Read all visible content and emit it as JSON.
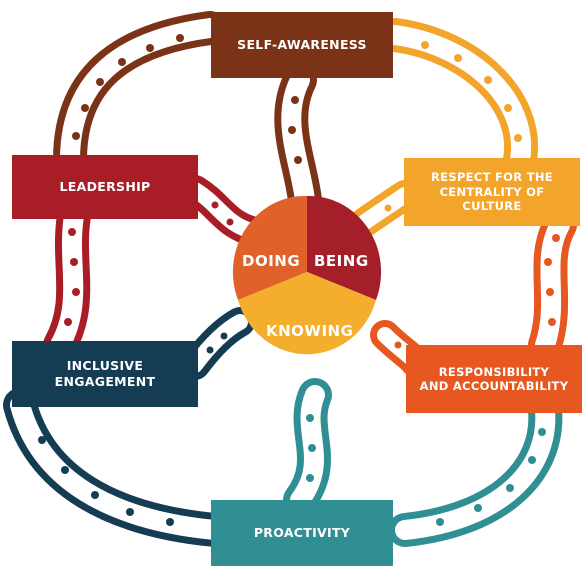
{
  "colors": {
    "brown": "#7a3316",
    "red": "#a91e26",
    "navy": "#143c52",
    "teal": "#2f8f93",
    "orange": "#e6581f",
    "amber": "#f2a42b",
    "circle_orange": "#e0612a",
    "circle_red": "#a51f2a",
    "circle_amber": "#f4ad2c"
  },
  "boxes": {
    "self_awareness": "SELF-AWARENESS",
    "leadership": "LEADERSHIP",
    "inclusive_engagement": [
      "INCLUSIVE",
      "ENGAGEMENT"
    ],
    "respect": [
      "RESPECT FOR THE",
      "CENTRALITY OF",
      "CULTURE"
    ],
    "responsibility": [
      "RESPONSIBILITY",
      "AND ACCOUNTABILITY"
    ],
    "proactivity": "PROACTIVITY"
  },
  "center": {
    "doing": "DOING",
    "being": "BEING",
    "knowing": "KNOWING"
  }
}
